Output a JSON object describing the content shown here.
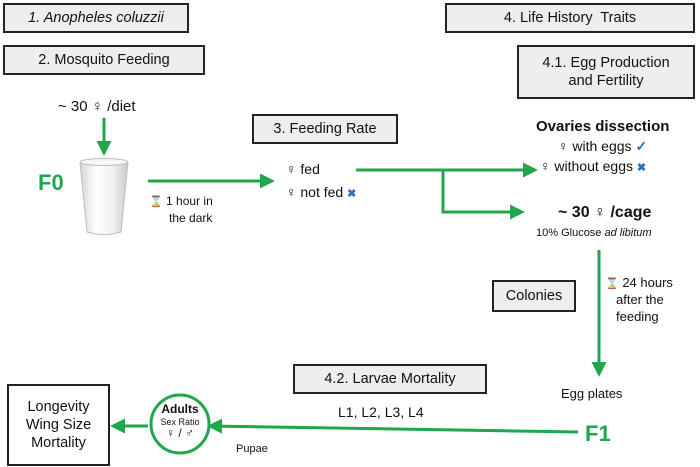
{
  "boxes": {
    "species": "1. Anopheles coluzzii",
    "feeding": "2. Mosquito Feeding",
    "rate": "3. Feeding Rate",
    "life": "4. Life History  Traits",
    "egg_line1": "4.1. Egg Production",
    "egg_line2": "and Fertility",
    "colonies": "Colonies",
    "larvae": "4.2. Larvae Mortality",
    "outcomes": [
      "Longevity",
      "Wing Size",
      "Mortality"
    ]
  },
  "labels": {
    "diet": "~ 30 ♀ /diet",
    "f0": "F0",
    "dark1": "1 hour in",
    "dark2": "the dark",
    "fed": "♀ fed",
    "notfed": "♀ not fed",
    "ovaries": "Ovaries dissection",
    "with_eggs": "♀ with eggs",
    "without_eggs": "♀ without eggs",
    "cage": "~ 30 ♀ /cage",
    "glucose": "10% Glucose",
    "ad_libitum": "ad libitum",
    "hours1": "24 hours",
    "hours2": "after the",
    "hours3": "feeding",
    "egg_plates": "Egg plates",
    "f1": "F1",
    "larvae_stages": "L1, L2, L3, L4",
    "pupae": "Pupae",
    "adults": "Adults",
    "sex_ratio": "Sex Ratio",
    "sex_symbols": "♀ / ♂"
  },
  "icons": {
    "hourglass": "⌛",
    "check": "✓",
    "cross": "✖"
  },
  "colors": {
    "arrow_green": "#22a64b",
    "icon_blue": "#2a6fc2",
    "box_fill": "#eeeeee",
    "box_border": "#222222"
  }
}
